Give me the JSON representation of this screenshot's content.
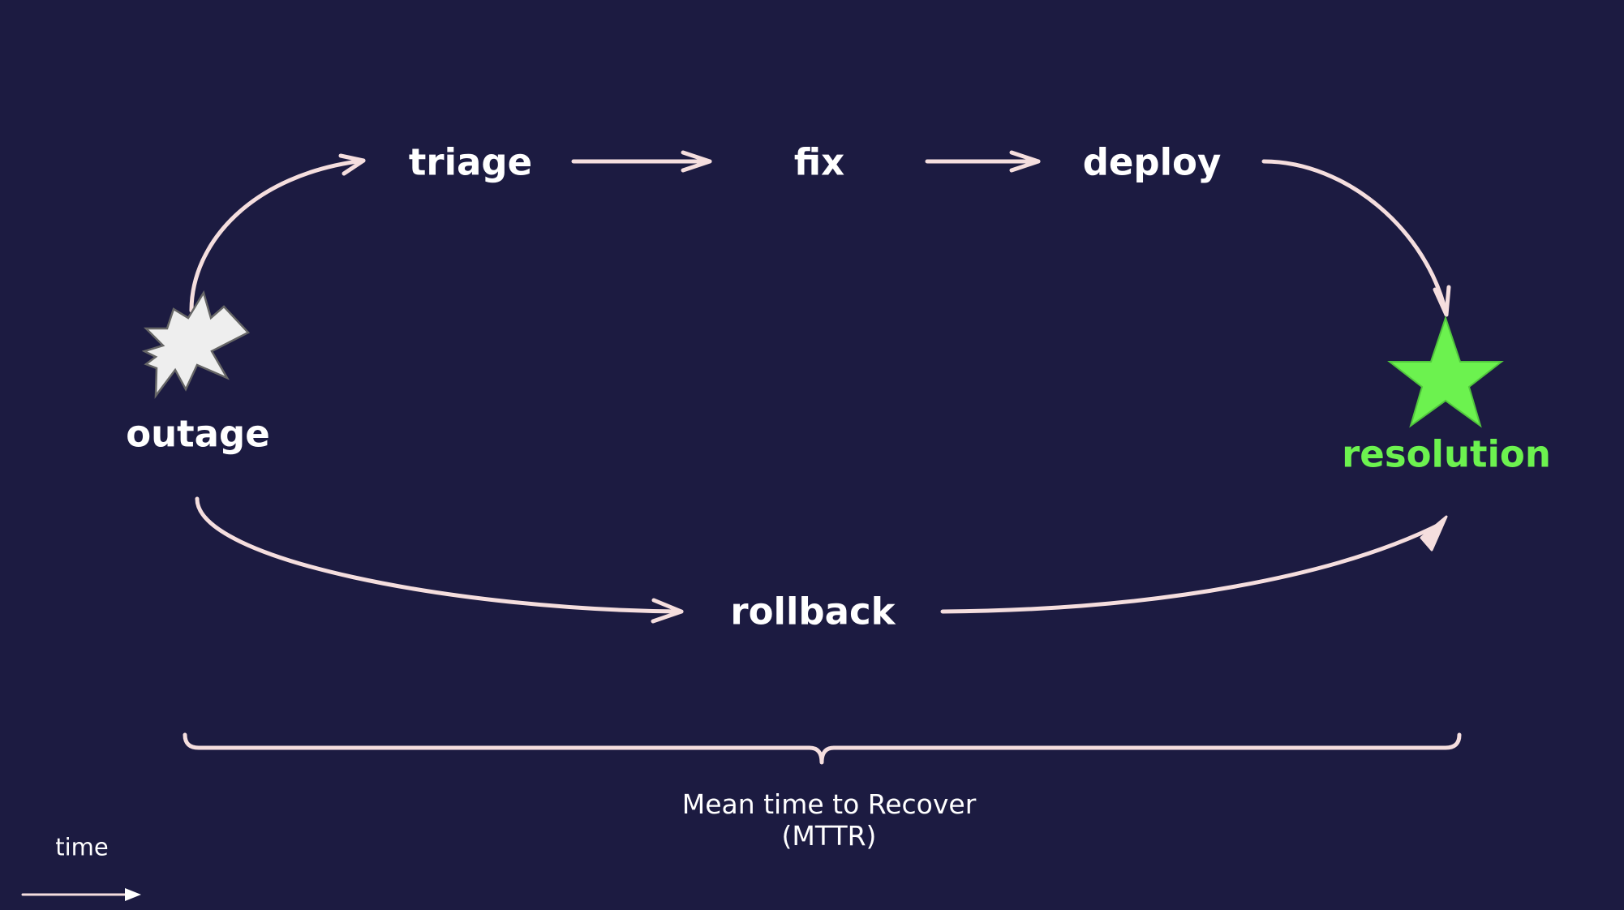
{
  "colors": {
    "background": "#1c1b41",
    "arrow": "#f5dede",
    "label": "#ffffff",
    "resolution": "#6cf24f",
    "outage_fill": "#eeeeee"
  },
  "nodes": {
    "triage": "triage",
    "fix": "fix",
    "deploy": "deploy",
    "outage": "outage",
    "resolution": "resolution",
    "rollback": "rollback"
  },
  "icons": {
    "outage": "explosion-burst-icon",
    "resolution": "star-icon"
  },
  "caption": {
    "line1": "Mean time to Recover",
    "line2": "(MTTR)"
  },
  "time_axis": {
    "label": "time"
  }
}
